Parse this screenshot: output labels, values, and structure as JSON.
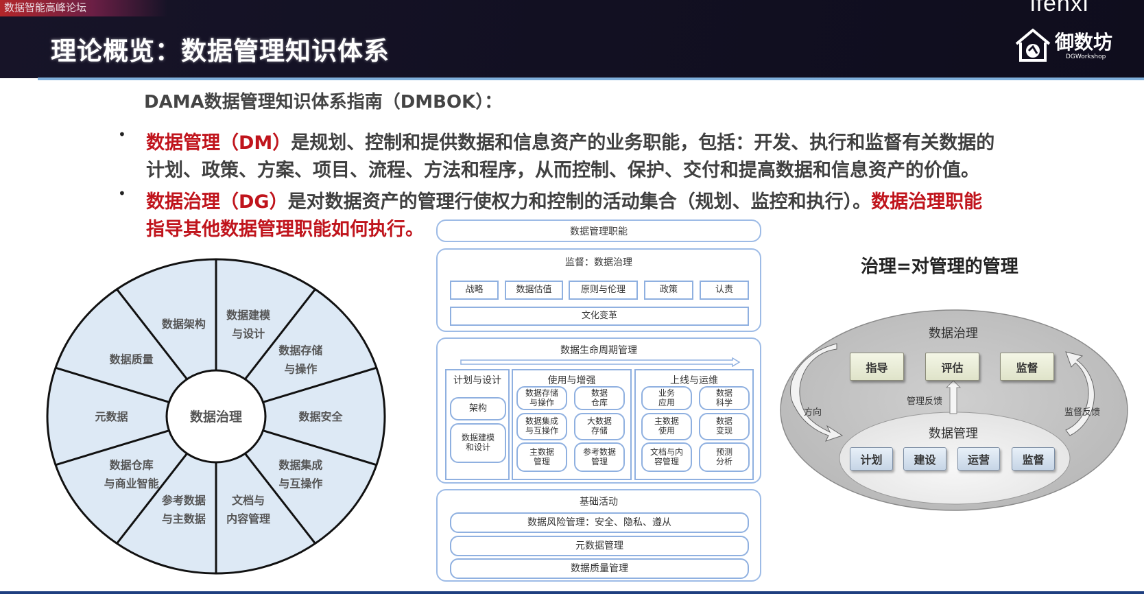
{
  "header": {
    "tag": "数据智能高峰论坛",
    "title": "理论概览：数据管理知识体系",
    "brand_top": "ifenxi",
    "logo_name": "御数坊",
    "logo_sub": "DGWorkshop"
  },
  "intro": {
    "heading": "DAMA数据管理知识体系指南（DMBOK）：",
    "bullet1": {
      "red": "数据管理（DM）",
      "text1": "是规划、控制和提供数据和信息资产的业务职能，包括：开发、执行和监督有关数据的",
      "text2": "计划、政策、方案、项目、流程、方法和程序，从而控制、保护、交付和提高数据和信息资产的价值。"
    },
    "bullet2": {
      "red": "数据治理（DG）",
      "text1": "是对数据资产的管理行使权力和控制的活动集合（规划、监控和执行）。",
      "red2": "数据治理职能",
      "red3": "指导其他数据管理职能如何执行。"
    }
  },
  "wheel": {
    "center": "数据治理",
    "segments": [
      [
        "数据建模",
        "与设计"
      ],
      [
        "数据存储",
        "与操作"
      ],
      [
        "数据安全"
      ],
      [
        "数据集成",
        "与互操作"
      ],
      [
        "文档与",
        "内容管理"
      ],
      [
        "参考数据",
        "与主数据"
      ],
      [
        "数据仓库",
        "与商业智能"
      ],
      [
        "元数据"
      ],
      [
        "数据质量"
      ],
      [
        "数据架构"
      ]
    ],
    "fill": "#dde9f5"
  },
  "framework": {
    "top": "数据管理职能",
    "governance": {
      "title": "监督：数据治理",
      "items": [
        "战略",
        "数据估值",
        "原则与伦理",
        "政策",
        "认责"
      ],
      "culture": "文化变革"
    },
    "lifecycle": {
      "title": "数据生命周期管理",
      "plan": {
        "title": "计划与设计",
        "items": [
          "架构",
          "数据建模\n和设计"
        ]
      },
      "use": {
        "title": "使用与增强",
        "items": [
          "数据存储\n与操作",
          "数据\n仓库",
          "数据集成\n与互操作",
          "大数据\n存储",
          "主数据\n管理",
          "参考数据\n管理"
        ]
      },
      "ops": {
        "title": "上线与运维",
        "items": [
          "业务\n应用",
          "数据\n科学",
          "主数据\n使用",
          "数据\n变现",
          "文档与内\n容管理",
          "预测\n分析"
        ]
      }
    },
    "foundation": {
      "title": "基础活动",
      "items": [
        "数据风险管理：安全、隐私、遵从",
        "元数据管理",
        "数据质量管理"
      ]
    }
  },
  "governance_model": {
    "heading": "治理=对管理的管理",
    "outer_title": "数据治理",
    "top_boxes": [
      "指导",
      "评估",
      "监督"
    ],
    "inner_title": "数据管理",
    "bottom_boxes": [
      "计划",
      "建设",
      "运营",
      "监督"
    ],
    "direction": "方向",
    "mgmt_feedback": "管理反馈",
    "supervise_feedback": "监督反馈"
  }
}
